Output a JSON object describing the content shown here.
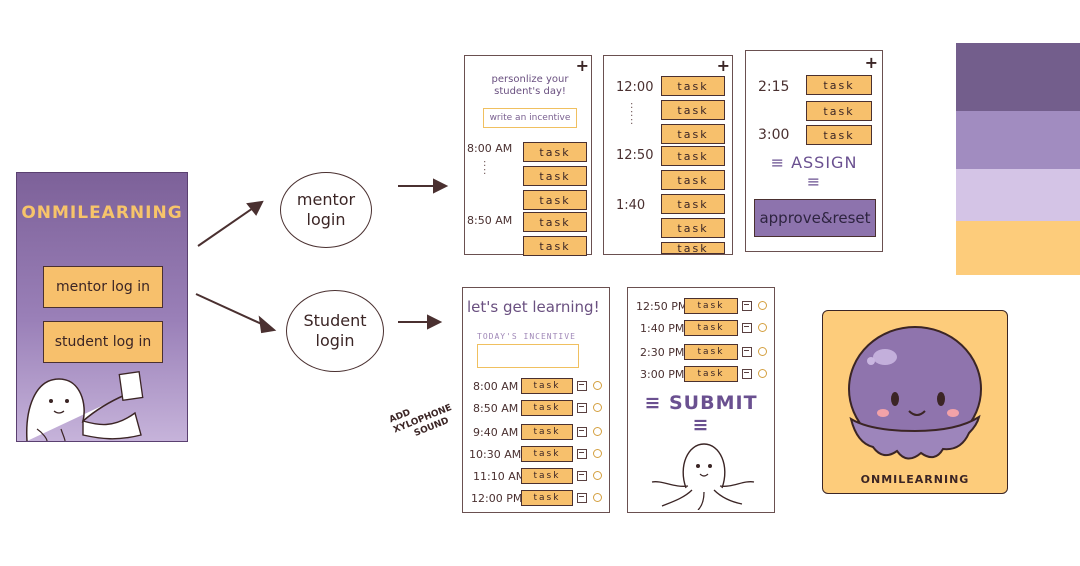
{
  "splash": {
    "title": "ONMILEARNING",
    "mentor_button": "mentor log in",
    "student_button": "student log in"
  },
  "nodes": {
    "mentor_login": [
      "mentor",
      "login"
    ],
    "student_login": [
      "Student",
      "login"
    ]
  },
  "mentor_screen_1": {
    "plus": "+",
    "heading": "personlize your student's day!",
    "incentive_placeholder": "write an incentive",
    "rows": [
      {
        "time": "8:00 AM",
        "task": "task"
      },
      {
        "time": "",
        "task": "task"
      },
      {
        "time": "",
        "task": "task"
      },
      {
        "time": "8:50 AM",
        "task": "task"
      },
      {
        "time": "",
        "task": "task"
      }
    ]
  },
  "mentor_screen_2": {
    "plus": "+",
    "rows": [
      {
        "time": "12:00",
        "task": "task"
      },
      {
        "time": "",
        "task": "task"
      },
      {
        "time": "",
        "task": "task"
      },
      {
        "time": "12:50",
        "task": "task"
      },
      {
        "time": "",
        "task": "task"
      },
      {
        "time": "1:40",
        "task": "task"
      },
      {
        "time": "",
        "task": "task"
      },
      {
        "time": "",
        "task": "task"
      }
    ]
  },
  "mentor_screen_3": {
    "plus": "+",
    "rows": [
      {
        "time": "2:15",
        "task": "task"
      },
      {
        "time": "",
        "task": "task"
      },
      {
        "time": "3:00",
        "task": "task"
      }
    ],
    "assign_label": "ASSIGN",
    "approve_label": "approve&reset"
  },
  "student_screen_1": {
    "heading": "let's get learning!",
    "incentive_label": "TODAY'S INCENTIVE",
    "rows": [
      {
        "time": "8:00 AM",
        "task": "task"
      },
      {
        "time": "8:50 AM",
        "task": "task"
      },
      {
        "time": "9:40 AM",
        "task": "task"
      },
      {
        "time": "10:30 AM",
        "task": "task"
      },
      {
        "time": "11:10 AM",
        "task": "task"
      },
      {
        "time": "12:00 PM",
        "task": "task"
      }
    ]
  },
  "student_screen_2": {
    "rows": [
      {
        "time": "12:50 PM",
        "task": "task"
      },
      {
        "time": "1:40 PM",
        "task": "task"
      },
      {
        "time": "2:30 PM",
        "task": "task"
      },
      {
        "time": "3:00 PM",
        "task": "task"
      }
    ],
    "submit_label": "SUBMIT"
  },
  "annotation": [
    "ADD",
    "XYLOPHONE",
    "SOUND"
  ],
  "logo": {
    "text": "ONMILEARNING"
  },
  "colors": {
    "purple_dark": "#735e8c",
    "purple_mid": "#a18cc0",
    "lavender": "#d4c4e6",
    "orange": "#fdcc7b",
    "ink": "#4a3030"
  }
}
